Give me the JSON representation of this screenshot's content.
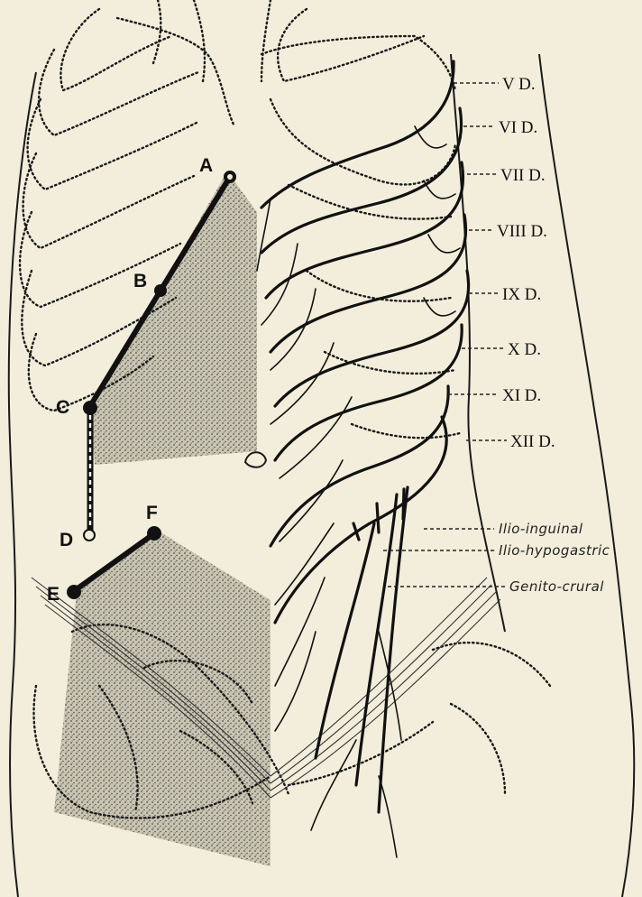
{
  "figure": {
    "background": "#f2eedb",
    "stipple_color": "#9a9687",
    "ink_color": "#111111"
  },
  "nerve_labels": [
    {
      "text": "V D."
    },
    {
      "text": "VI D."
    },
    {
      "text": "VII D."
    },
    {
      "text": "VIII D."
    },
    {
      "text": "IX D."
    },
    {
      "text": "X D."
    },
    {
      "text": "XI D."
    },
    {
      "text": "XII D."
    }
  ],
  "named_nerves": [
    {
      "text": "Ilio-inguinal"
    },
    {
      "text": "Ilio-hypogastric"
    },
    {
      "text": "Genito-crural"
    }
  ],
  "incision_points": [
    {
      "letter": "A"
    },
    {
      "letter": "B"
    },
    {
      "letter": "C"
    },
    {
      "letter": "D"
    },
    {
      "letter": "E"
    },
    {
      "letter": "F"
    }
  ]
}
